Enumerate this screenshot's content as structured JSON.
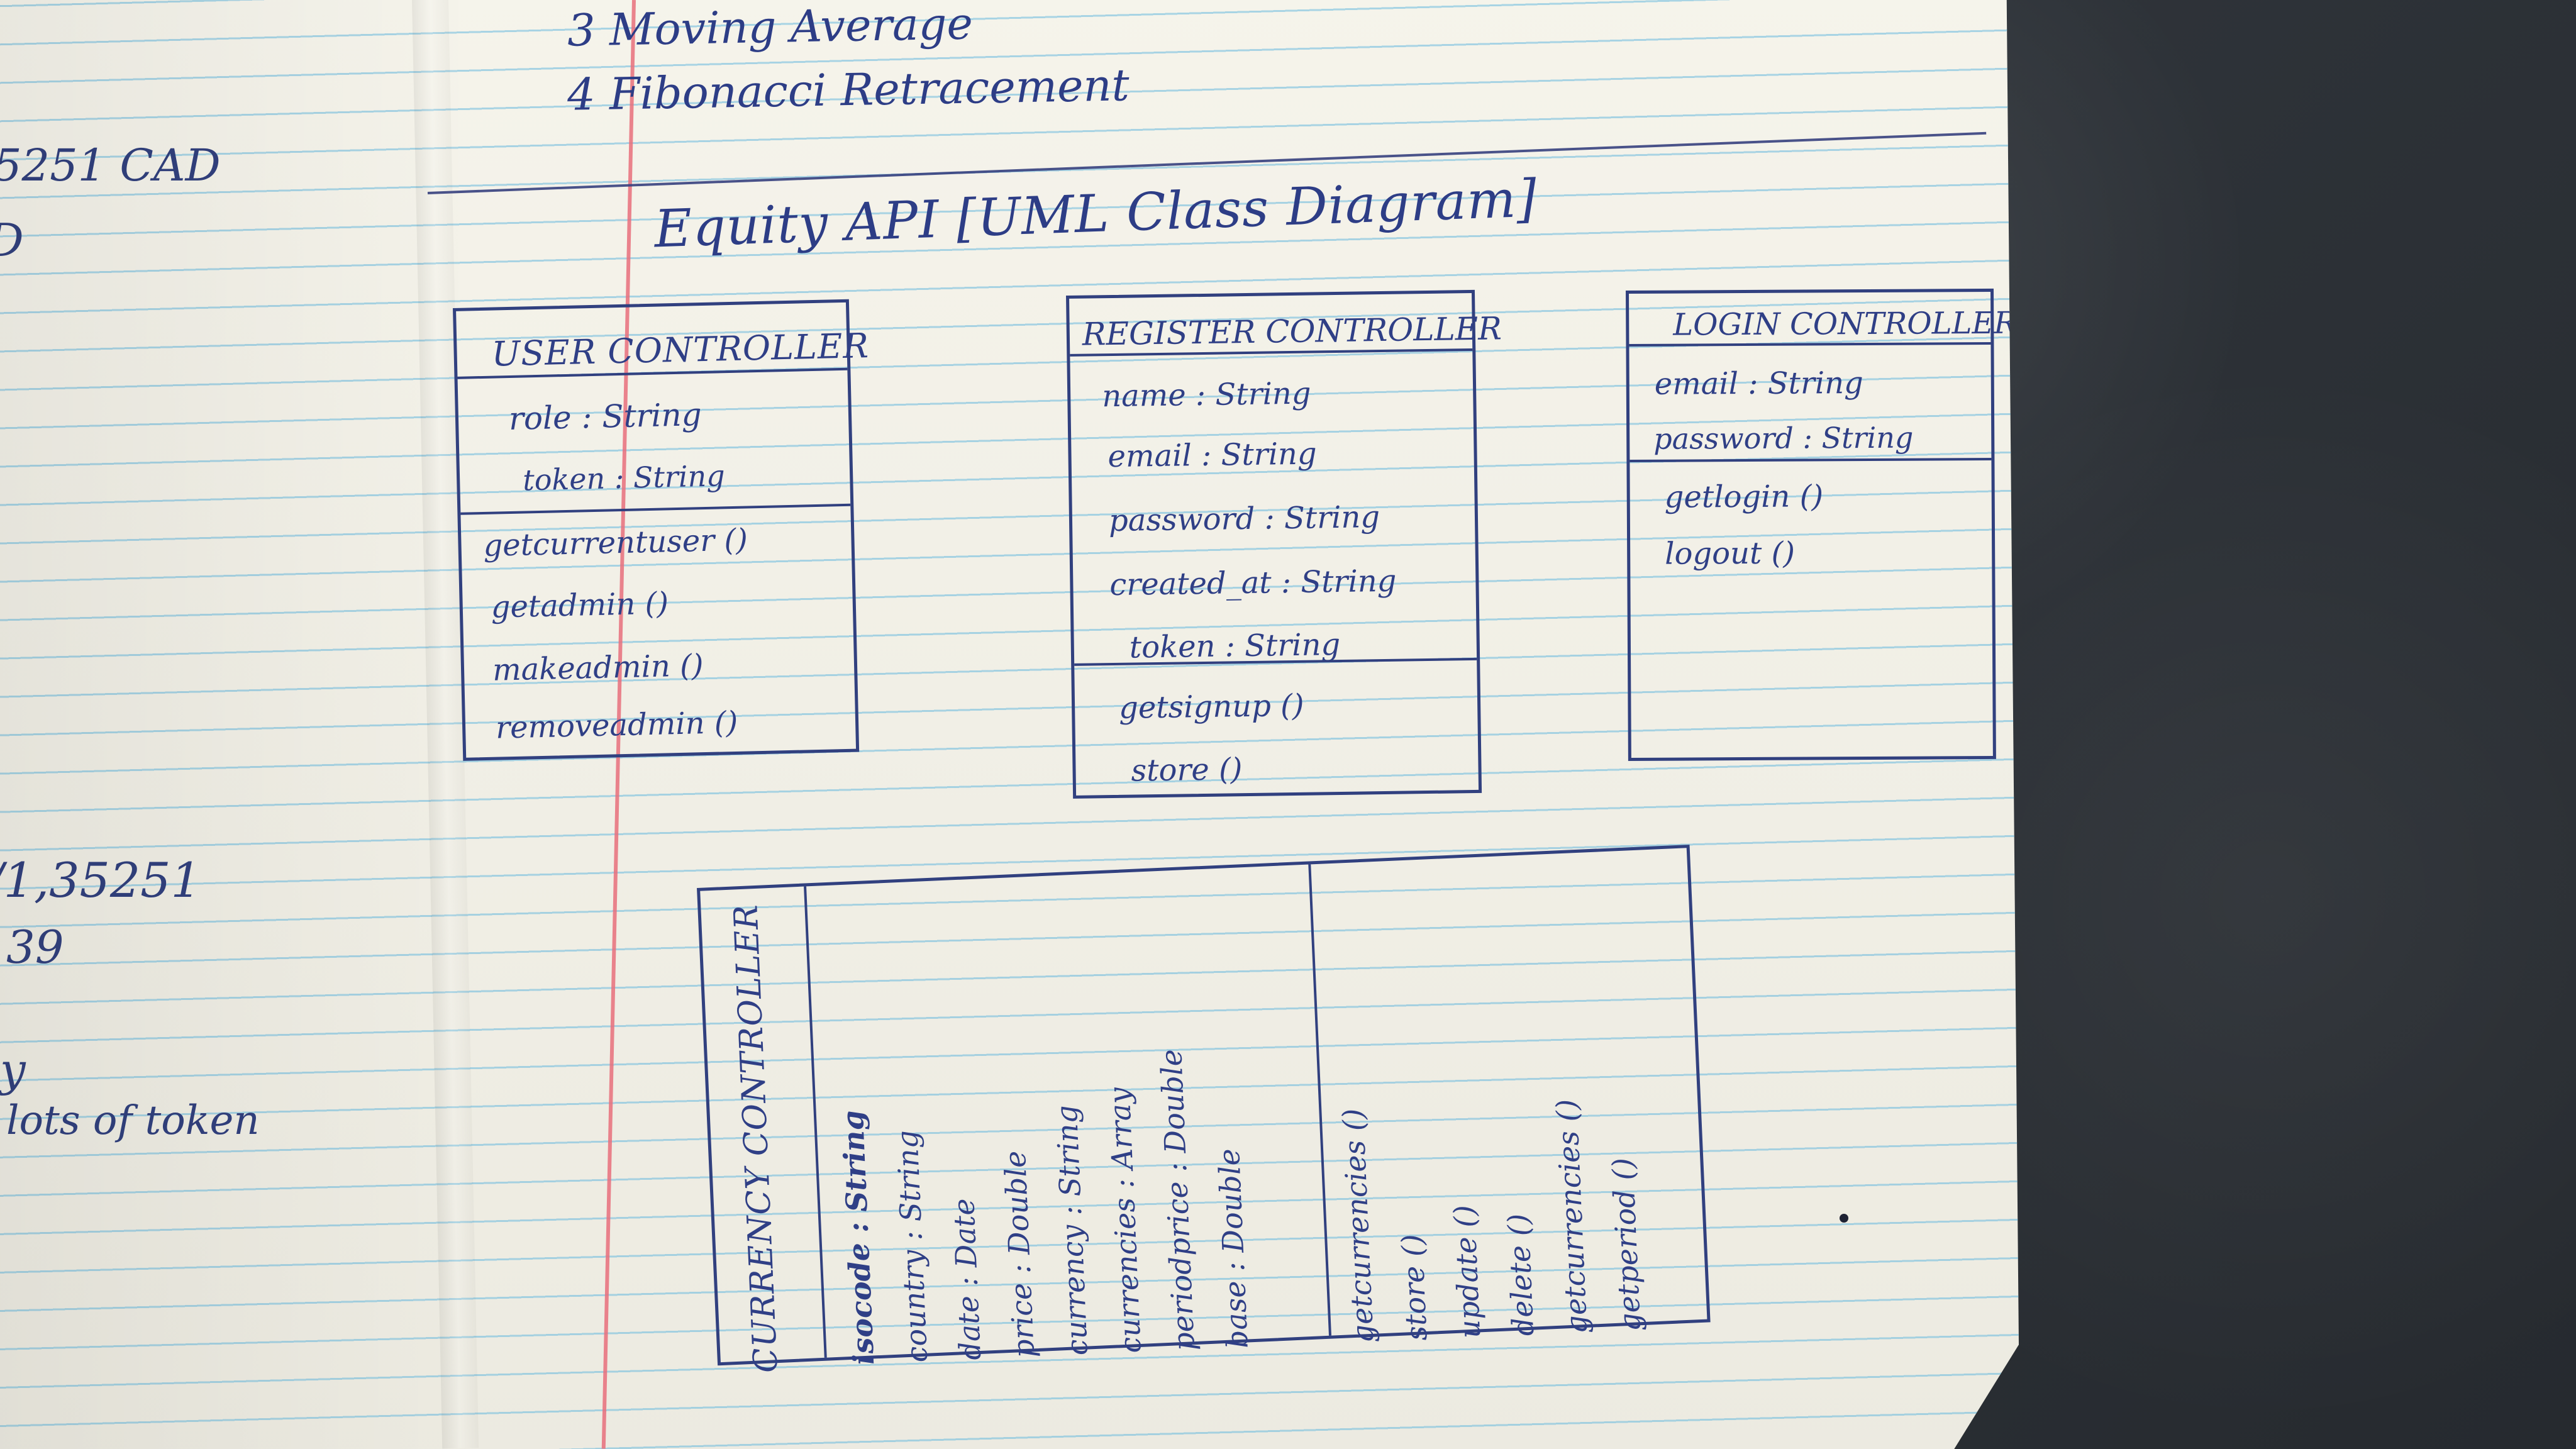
{
  "notes": {
    "top_item_3": "3 Moving Average",
    "top_item_4": "4 Fibonacci Retracement",
    "left_1": "5251 CAD",
    "left_2": "D",
    "left_3": "/1,35251",
    "left_4": "39",
    "left_5": "y",
    "left_6": "lots of token"
  },
  "diagram": {
    "title": "Equity API [UML Class Diagram]",
    "user_controller": {
      "name": "USER CONTROLLER",
      "attributes": [
        "role : String",
        "token : String"
      ],
      "methods": [
        "getcurrentuser ()",
        "getadmin ()",
        "makeadmin ()",
        "removeadmin ()"
      ]
    },
    "register_controller": {
      "name": "REGISTER CONTROLLER",
      "attributes": [
        "name : String",
        "email : String",
        "password : String",
        "created_at : String",
        "token : String"
      ],
      "methods": [
        "getsignup ()",
        "store ()"
      ]
    },
    "login_controller": {
      "name": "LOGIN CONTROLLER",
      "attributes": [
        "email : String",
        "password : String"
      ],
      "methods": [
        "getlogin ()",
        "logout ()"
      ]
    },
    "currency_controller": {
      "name": "CURRENCY CONTROLLER",
      "attributes": [
        "isocode : String",
        "country : String",
        "date : Date",
        "price : Double",
        "currency : String",
        "currencies : Array",
        "periodprice : Double",
        "base : Double"
      ],
      "methods": [
        "getcurrencies ()",
        "store ()",
        "update ()",
        "delete ()",
        "getcurrencies ()",
        "getperiod ()"
      ]
    }
  },
  "colors": {
    "ink": "#31407f",
    "paper": "#f4f2e8",
    "rule_lines": "#70bcdf",
    "margin": "#e76e7b",
    "desk": "#2f3338"
  }
}
